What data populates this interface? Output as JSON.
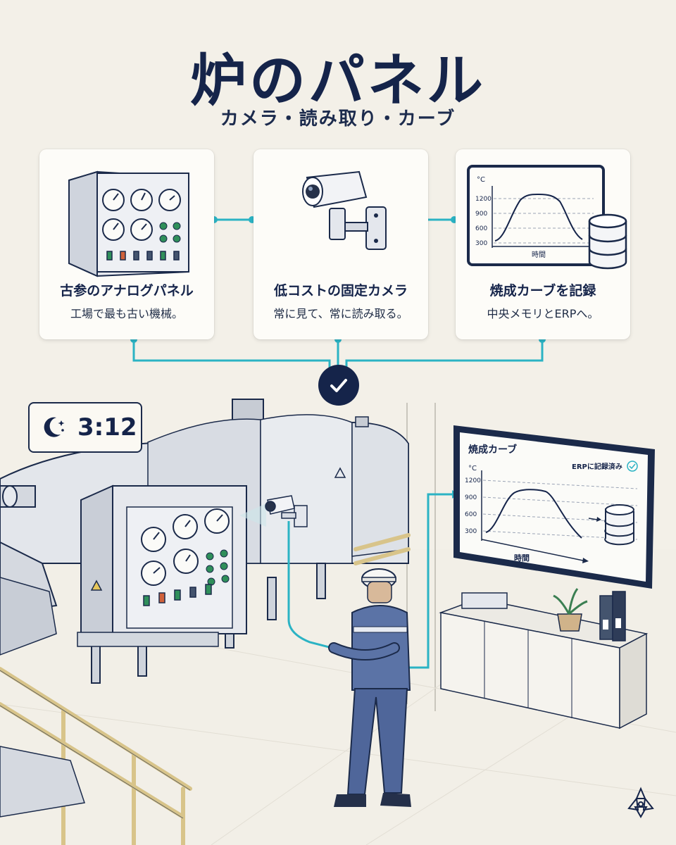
{
  "header": {
    "title": "炉のパネル",
    "subtitle": "カメラ・読み取り・カーブ"
  },
  "cards": [
    {
      "title": "古参のアナログパネル",
      "desc": "工場で最も古い機械。",
      "icon": "analog-panel-icon"
    },
    {
      "title": "低コストの固定カメラ",
      "desc": "常に見て、常に読み取る。",
      "icon": "security-camera-icon"
    },
    {
      "title": "焼成カーブを記録",
      "desc": "中央メモリとERPへ。",
      "icon": "chart-database-icon"
    }
  ],
  "card_chart": {
    "unit": "°C",
    "y_ticks": [
      "1200",
      "900",
      "600",
      "300"
    ],
    "x_label": "時間"
  },
  "clock": {
    "icon": "moon-stars-icon",
    "time": "3:12"
  },
  "screen": {
    "title": "焼成カーブ",
    "status": "ERPに記録済み",
    "unit": "°C",
    "y_ticks": [
      "1200",
      "900",
      "600",
      "300"
    ],
    "x_label": "時間"
  },
  "colors": {
    "navy": "#15244a",
    "teal": "#2bb3c4",
    "background": "#f3f0e8",
    "railing": "#d8c48a"
  }
}
